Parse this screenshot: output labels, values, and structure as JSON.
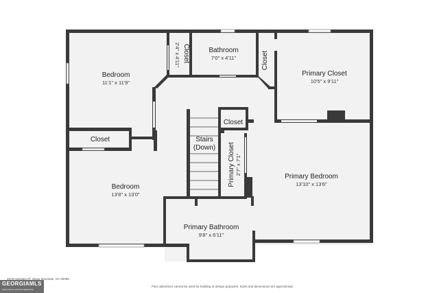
{
  "rooms": {
    "bedroom_top": {
      "name": "Bedroom",
      "dims": "11'1\" x 11'9\""
    },
    "closet_small": {
      "name": "Closet",
      "dims": "2'4\" x 4'11\""
    },
    "bathroom": {
      "name": "Bathroom",
      "dims": "7'0\" x 4'11\""
    },
    "closet_vertical": {
      "name": "Closet"
    },
    "primary_closet": {
      "name": "Primary Closet",
      "dims": "10'5\" x 9'11\""
    },
    "closet_left": {
      "name": "Closet"
    },
    "stairs": {
      "name_line1": "Stairs",
      "name_line2": "(Down)"
    },
    "closet_center": {
      "name": "Closet"
    },
    "primary_closet_vertical": {
      "name": "Primary Closet",
      "dims": "2'7\" x 7'1\""
    },
    "primary_bedroom": {
      "name": "Primary Bedroom",
      "dims": "13'10\" x 13'6\""
    },
    "bedroom_bottom": {
      "name": "Bedroom",
      "dims": "13'8\" x 13'0\""
    },
    "primary_bathroom": {
      "name": "Primary Bathroom",
      "dims": "9'8\" x 6'11\""
    }
  },
  "footer": {
    "address": "4575 Heinsten Pl, Stone Mountain, GA 30088",
    "disclaimer": "Floor plans/tour cannot be used for building or design purposes. Sizes and dimensions are approximate.",
    "logo": "GEORGIAMLS",
    "logo_sub": "MULTIPLE LISTING SERVICE"
  },
  "colors": {
    "wall": "#3a3a3a",
    "floor": "#f2f2f2",
    "background": "#ffffff"
  }
}
